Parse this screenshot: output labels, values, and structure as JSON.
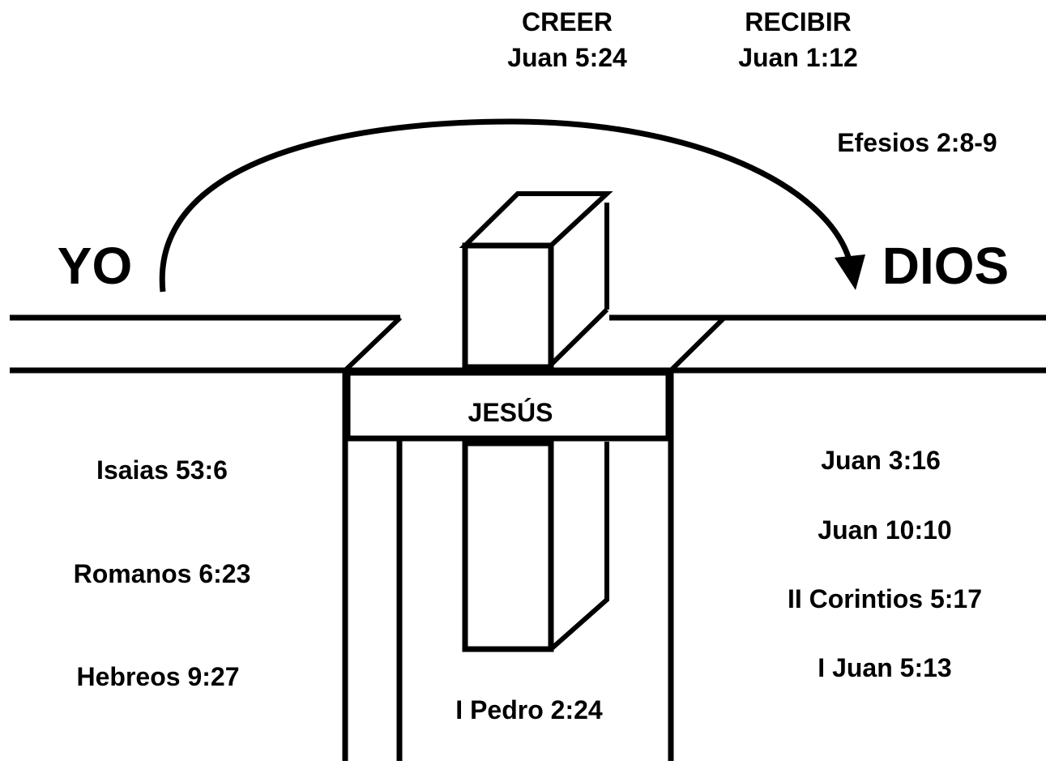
{
  "left_label": "YO",
  "right_label": "DIOS",
  "top_actions": [
    {
      "verb": "CREER",
      "ref": "Juan 5:24"
    },
    {
      "verb": "RECIBIR",
      "ref": "Juan 1:12"
    }
  ],
  "arc_ref": "Efesios 2:8-9",
  "bridge_label": "JESÚS",
  "left_refs": [
    "Isaias 53:6",
    "Romanos 6:23",
    "Hebreos 9:27"
  ],
  "right_refs": [
    "Juan 3:16",
    "Juan 10:10",
    "II Corintios 5:17",
    "I Juan 5:13"
  ],
  "bottom_ref": "I Pedro 2:24"
}
